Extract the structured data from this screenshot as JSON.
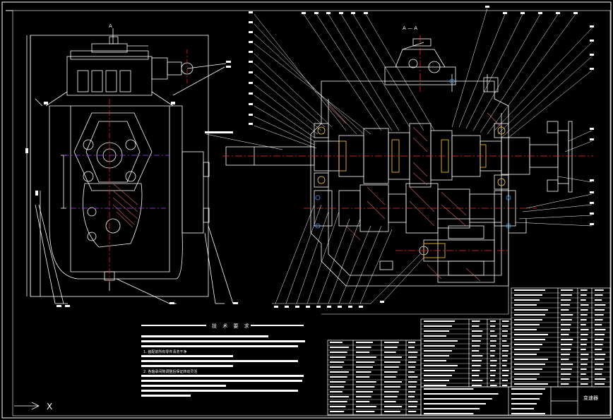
{
  "drawing": {
    "section_label_left": "A",
    "section_label_main": "A — A",
    "tech_requirements_title": "技 术 要 求",
    "notes": [
      "1. 装配前所有零件清洗干净",
      "2. 各轴承间隙调整后保证转动灵活",
      "3. 装配后进行空载运转试验",
      "4. 加注齿轮油至规定油面",
      "5. 按规定扭矩拧紧各螺栓"
    ],
    "title_block_name": "变速器",
    "axis_marker": "X"
  },
  "colors": {
    "background": "#000000",
    "line": "#ffffff",
    "centerline": "#ff2a2a",
    "axis": "#b040ff",
    "hatch": "#d06060",
    "bearing": "#ffd040",
    "highlight": "#40a0ff"
  }
}
